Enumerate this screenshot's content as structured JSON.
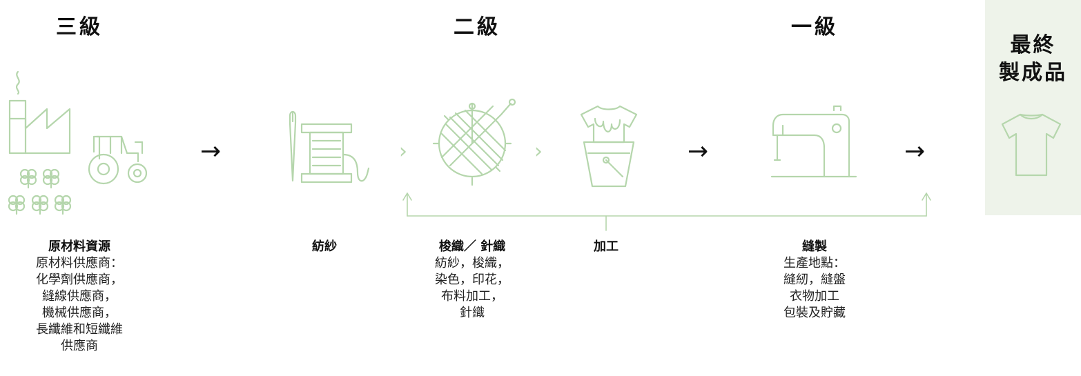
{
  "tiers": {
    "tier3": "三級",
    "tier2": "二級",
    "tier1": "一級",
    "final_line1": "最終",
    "final_line2": "製成品"
  },
  "flow": {
    "big_arrow": "→",
    "small_arrow": "›"
  },
  "captions": {
    "raw": {
      "title": "原材料資源",
      "lines": [
        "原材料供應商：",
        "化學劑供應商，",
        "縫線供應商，",
        "機械供應商，",
        "長纖維和短纖維",
        "供應商"
      ]
    },
    "spinning": {
      "title": "紡紗"
    },
    "weaving": {
      "title": "梭織／ 針織",
      "lines": [
        "紡紗，梭織，",
        "染色，印花，",
        "布料加工，",
        "針織"
      ]
    },
    "processing": {
      "title": "加工"
    },
    "sewing": {
      "title": "縫製",
      "lines": [
        "生產地點：",
        "縫紉，縫盤",
        "衣物加工",
        "包裝及貯藏"
      ]
    }
  },
  "colors": {
    "icon_green": "#b5d6ac",
    "final_panel_bg": "#eef3ea",
    "text_dark": "#111111"
  },
  "icons": [
    "factory-icon",
    "tractor-icon",
    "cotton-plant-icon",
    "thread-spool-icon",
    "yarn-ball-icon",
    "dye-bucket-icon",
    "sewing-machine-icon",
    "t-shirt-icon"
  ]
}
